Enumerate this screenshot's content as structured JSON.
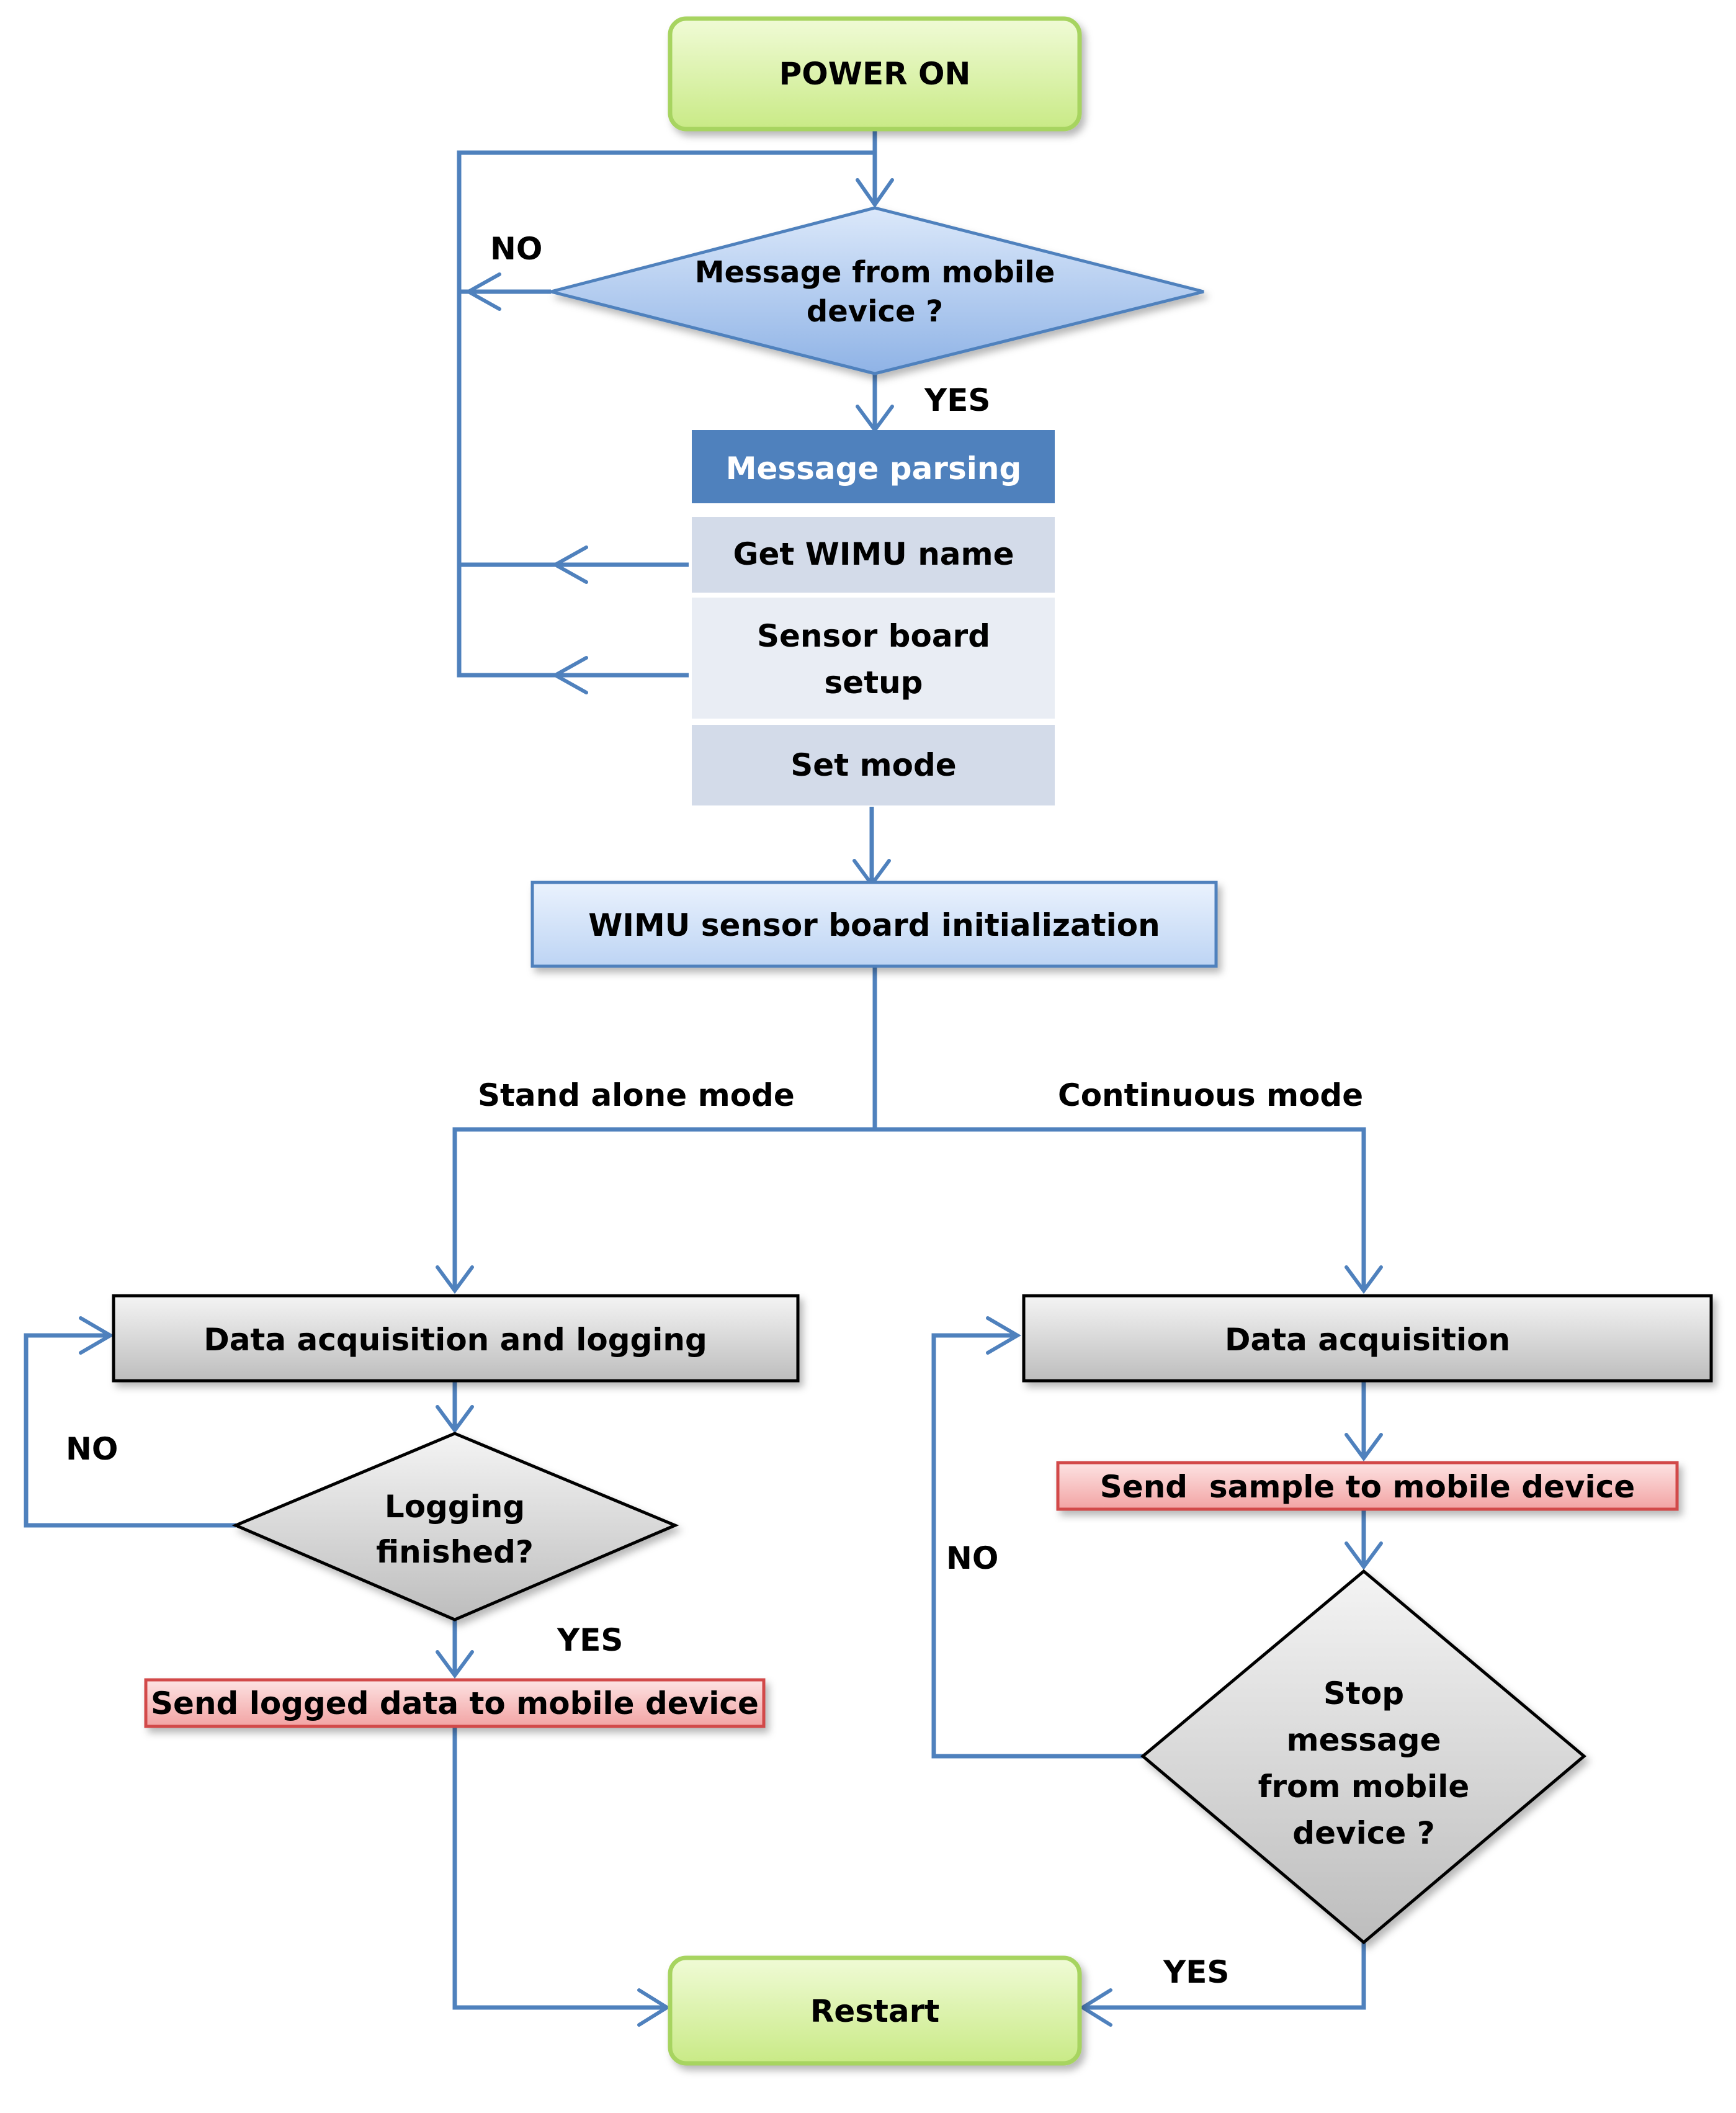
{
  "nodes": {
    "power_on": "POWER ON",
    "message_from_mobile": [
      "Message from mobile",
      "device ?"
    ],
    "message_parsing": "Message parsing",
    "get_wimu_name": "Get WIMU name",
    "sensor_board_setup": [
      "Sensor board",
      "setup"
    ],
    "set_mode": "Set mode",
    "wimu_init": "WIMU sensor board initialization",
    "data_acq_logging": "Data acquisition and logging",
    "logging_finished": [
      "Logging",
      "finished?"
    ],
    "send_logged": "Send logged data to mobile device",
    "data_acq": "Data acquisition",
    "send_sample": "Send  sample to mobile device",
    "stop_message": [
      "Stop",
      "message",
      "from mobile",
      "device ?"
    ],
    "restart": "Restart"
  },
  "edge_labels": {
    "no_top": "NO",
    "yes_top": "YES",
    "stand_alone": "Stand alone mode",
    "continuous": "Continuous mode",
    "no_left": "NO",
    "yes_left": "YES",
    "no_right": "NO",
    "yes_right": "YES"
  },
  "colors": {
    "edge": "#4f81bd",
    "terminal_fill": "#d7f0a3",
    "decision_blue": "#a9c6ef",
    "header_blue": "#4f81bd",
    "row_light": "#d3dbe9",
    "row_lighter": "#e9edf4",
    "process_blue": "#cfe0f7",
    "process_gray": "#d0d0d0",
    "send_red": "#f6b3b3"
  }
}
